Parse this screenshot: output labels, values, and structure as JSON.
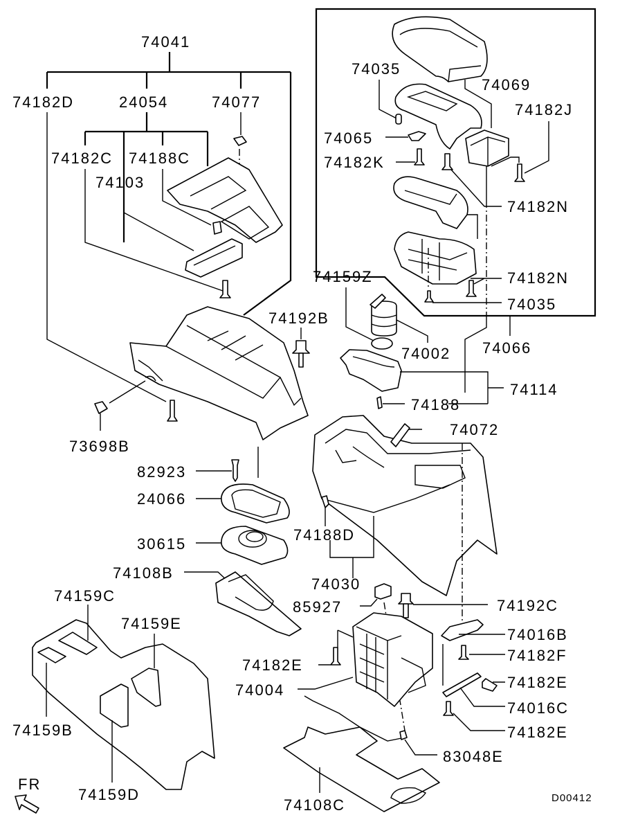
{
  "diagram_id": "D00412",
  "direction_label": "FR",
  "labels": {
    "p74041": "74041",
    "p74182D": "74182D",
    "p24054": "24054",
    "p74077": "74077",
    "p74182C": "74182C",
    "p74188C": "74188C",
    "p74103": "74103",
    "p74035a": "74035",
    "p74069": "74069",
    "p74182J": "74182J",
    "p74065": "74065",
    "p74182K": "74182K",
    "p74182Na": "74182N",
    "p74182Nb": "74182N",
    "p74035b": "74035",
    "p74159Z": "74159Z",
    "p74192B": "74192B",
    "p74002": "74002",
    "p74066": "74066",
    "p74114": "74114",
    "p74188": "74188",
    "p74072": "74072",
    "p73698B": "73698B",
    "p82923": "82923",
    "p24066": "24066",
    "p30615": "30615",
    "p74188D": "74188D",
    "p74108B": "74108B",
    "p74030": "74030",
    "p85927": "85927",
    "p74192C": "74192C",
    "p74159C": "74159C",
    "p74159E": "74159E",
    "p74016B": "74016B",
    "p74182Ea": "74182E",
    "p74182F": "74182F",
    "p74004": "74004",
    "p74182Eb": "74182E",
    "p74016C": "74016C",
    "p74182Ec": "74182E",
    "p74159B": "74159B",
    "p83048E": "83048E",
    "p74159D": "74159D",
    "p74108C": "74108C"
  }
}
